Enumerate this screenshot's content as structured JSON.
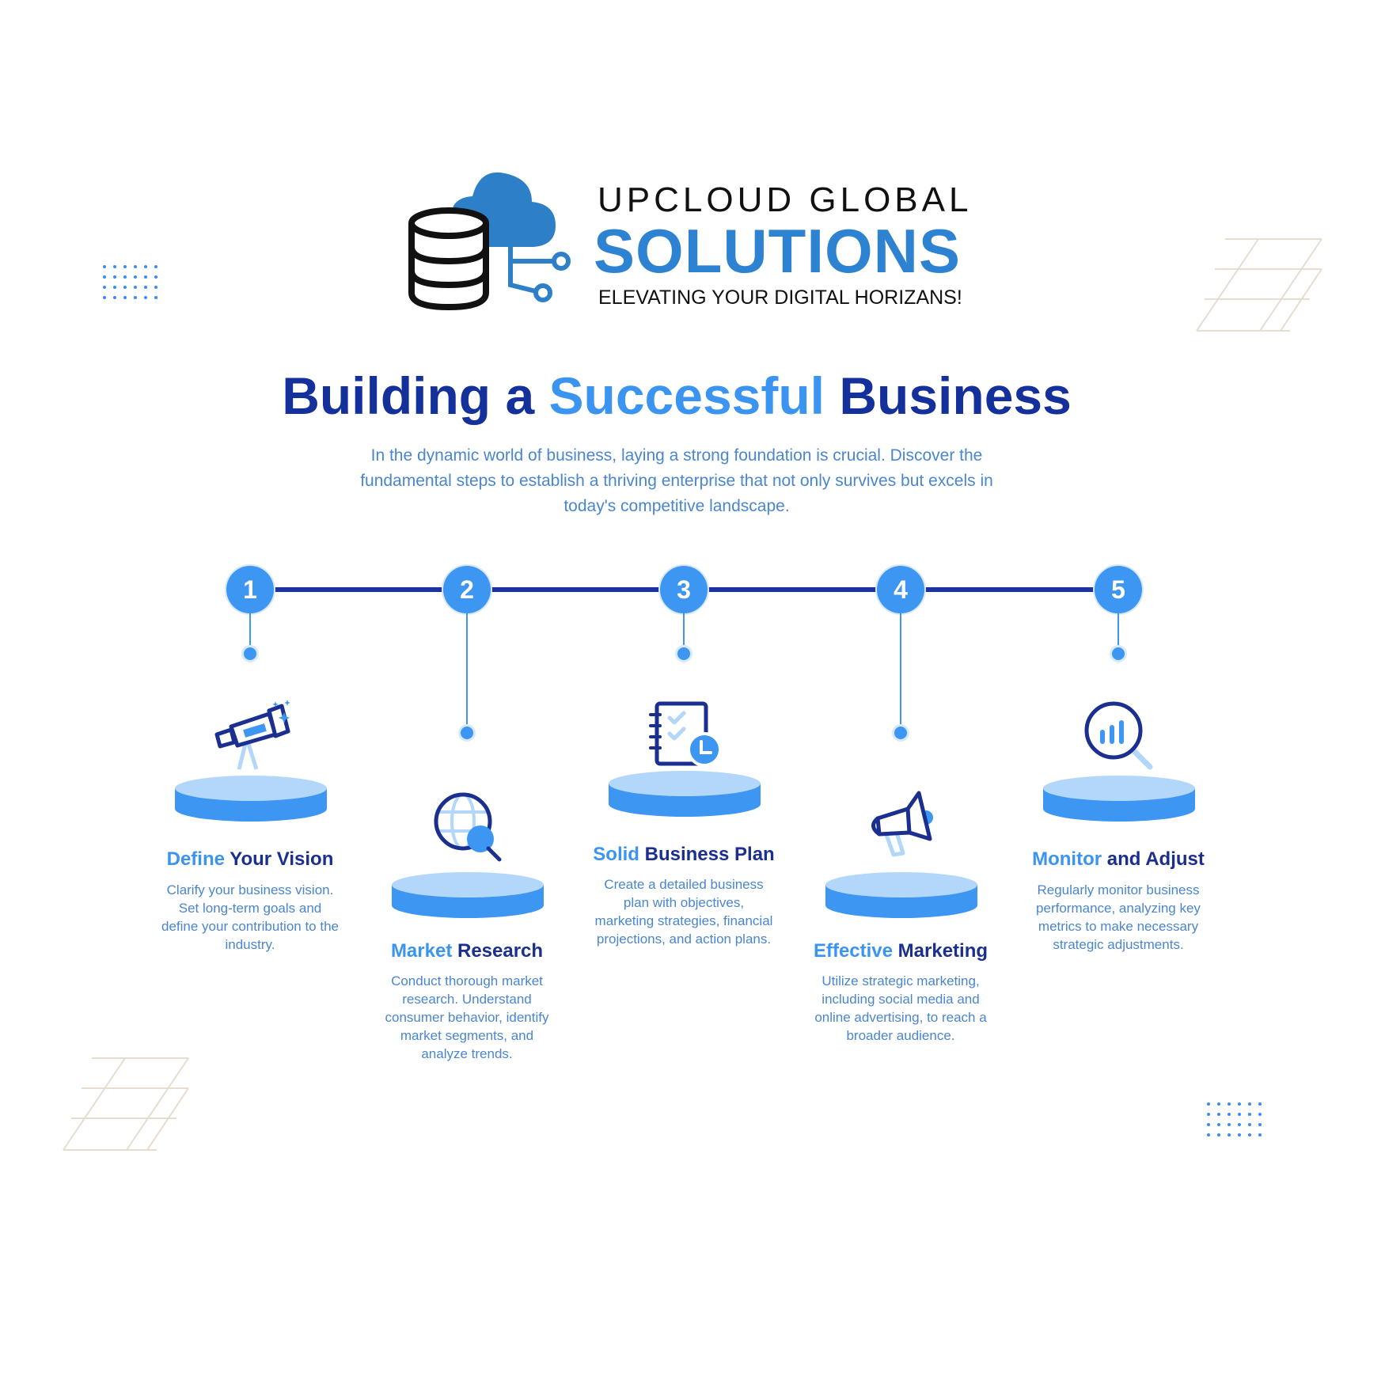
{
  "logo": {
    "line1": "UPCLOUD GLOBAL",
    "line2": "SOLUTIONS",
    "tagline": "ELEVATING YOUR DIGITAL HORIZANS!"
  },
  "title": {
    "part1": "Building a ",
    "accent": "Successful",
    "part2": " Business"
  },
  "intro": "In the dynamic world of business, laying a strong foundation is crucial. Discover the fundamental steps to establish a thriving enterprise that not only survives but excels in today's competitive landscape.",
  "steps": [
    {
      "number": "1",
      "title_accent": "Define",
      "title_rest": " Your Vision",
      "description": "Clarify your business vision. Set long-term goals and define your contribution to the industry.",
      "icon": "telescope-icon"
    },
    {
      "number": "2",
      "title_accent": "Market",
      "title_rest": " Research",
      "description": "Conduct thorough market research. Understand consumer behavior, identify market segments, and analyze trends.",
      "icon": "globe-search-icon"
    },
    {
      "number": "3",
      "title_accent": "Solid",
      "title_rest": " Business Plan",
      "description": "Create a detailed business plan with objectives, marketing strategies, financial projections, and action plans.",
      "icon": "planner-icon"
    },
    {
      "number": "4",
      "title_accent": "Effective",
      "title_rest": " Marketing",
      "description": "Utilize strategic marketing, including social media and online advertising, to reach a broader audience.",
      "icon": "megaphone-icon"
    },
    {
      "number": "5",
      "title_accent": "Monitor",
      "title_rest": " and Adjust",
      "description": "Regularly monitor business performance, analyzing key metrics to make necessary strategic adjustments.",
      "icon": "analytics-search-icon"
    }
  ],
  "colors": {
    "navy": "#1a33a0",
    "accent_blue": "#3a94f0",
    "logo_blue": "#2d83d2",
    "text_blue": "#4a86cf",
    "podium_top": "#b3d6fb",
    "podium_side": "#3d96f2",
    "beige_lines": "#e6dccf"
  }
}
